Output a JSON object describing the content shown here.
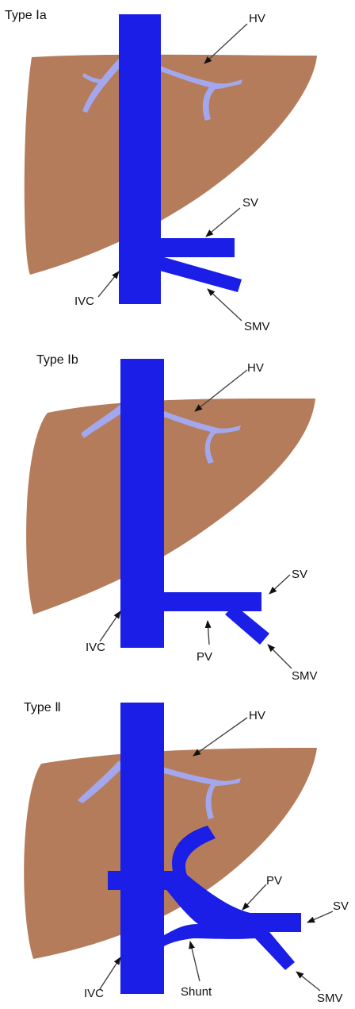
{
  "colors": {
    "liver": "#b47c5a",
    "vein": "#1a1ee6",
    "hepatic_vein_branch": "#a3a8ee",
    "pointer": "#444444",
    "background": "#ffffff"
  },
  "panels": [
    {
      "title": "Type Ⅰa",
      "labels": {
        "hv": "HV",
        "sv": "SV",
        "ivc": "IVC",
        "smv": "SMV"
      }
    },
    {
      "title": "Type Ⅰb",
      "labels": {
        "hv": "HV",
        "sv": "SV",
        "ivc": "IVC",
        "pv": "PV",
        "smv": "SMV"
      }
    },
    {
      "title": "Type Ⅱ",
      "labels": {
        "hv": "HV",
        "pv": "PV",
        "sv": "SV",
        "ivc": "IVC",
        "shunt": "Shunt",
        "smv": "SMV"
      }
    }
  ]
}
